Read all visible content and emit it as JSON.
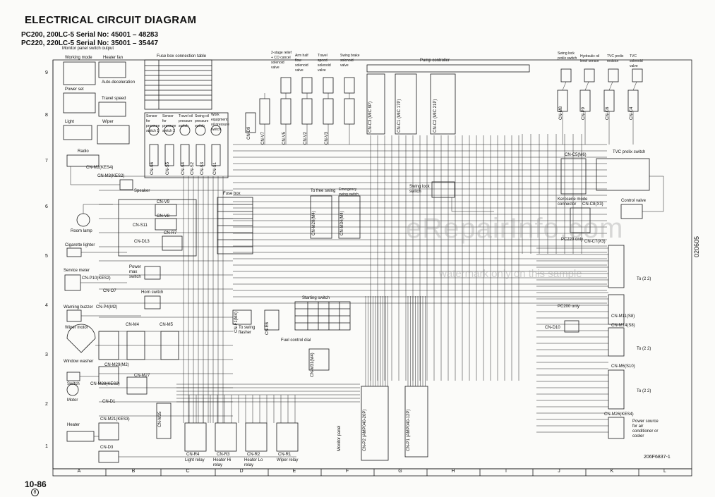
{
  "header": {
    "title": "ELECTRICAL CIRCUIT DIAGRAM",
    "serial_1": "PC200, 200LC-5 Serial No: 45001 – 48283",
    "serial_2": "PC220, 220LC-5 Serial No: 35001 – 35447"
  },
  "footer": {
    "page_number": "10-86",
    "page_sub": "8",
    "figure_no": "206F6837-1",
    "side_code": "020605"
  },
  "watermark": {
    "main": "eRepairInfo.com",
    "note": "watermark only on this sample"
  },
  "grid_columns": [
    "A",
    "B",
    "C",
    "D",
    "E",
    "F",
    "G",
    "H",
    "I",
    "J",
    "K",
    "L"
  ],
  "grid_rows": [
    "9",
    "8",
    "7",
    "6",
    "5",
    "4",
    "3",
    "2",
    "1"
  ],
  "labels": {
    "monitor_panel": "Monitor panel switch output",
    "working_mode": "Working mode",
    "heater_fan": "Heater fan",
    "auto_decel": "Auto-deceleration",
    "power_set": "Power set",
    "travel_speed": "Travel speed",
    "light": "Light",
    "wiper": "Wiper",
    "fuse_table": "Fuse box connection table",
    "radio": "Radio",
    "cn_m2": "CN-M2(KES4)",
    "cn_m3": "CN-M3(KES2)",
    "speaker": "Speaker",
    "room_lamp": "Room lamp",
    "cigarette_lighter": "Cigarette lighter",
    "service_meter": "Service meter",
    "cn_p10": "CN-P10(KES2)",
    "cn_o7": "CN-O7",
    "warning_buzzer": "Warning buzzer",
    "cn_p4": "CN-P4(M2)",
    "wiper_motor": "Wiper motor",
    "cn_m4": "CN-M4",
    "cn_m5": "CN-M5",
    "window_washer": "Window washer",
    "cn_m29": "CN-M29(M2)",
    "cn_m27": "CN-M27",
    "cn_m28": "CN-M28(KES2)",
    "switch": "Switch",
    "motor": "Motor",
    "cn_d1": "CN-D1",
    "heater": "Heater",
    "cn_m21": "CN-M21(KES3)",
    "cn_d3": "CN-D3",
    "power_max": "Power max switch",
    "horn_switch": "Horn switch",
    "cn_v9": "CN-V9",
    "cn_v8": "CN-V8",
    "cn_s11": "CN-S11",
    "cn_r7": "CN-R7",
    "cn_d13": "CN-D13",
    "fuse_box": "Fuse box",
    "to_free_swing": "To free swing",
    "emergency": "Emergency swing switch",
    "starting_switch": "Starting switch",
    "to_swing_flasher": "To swing flasher",
    "fuel_control_dial": "Fuel control dial",
    "cn_f1": "CN-F1(M4)",
    "cn_e6": "CN-E6",
    "cn_m31": "CN-M31(M4)",
    "monitor_panel_v": "Monitor panel",
    "cn_p2": "CN-P2 (AMP040-20P)",
    "cn_p1": "CN-P1 (AMP040-12P)",
    "cn_m20": "CN-M20(M4)",
    "cn_m34": "CN-M34(M4)",
    "cn_r4": "CN-R4",
    "cn_r3": "CN-R3",
    "cn_r2": "CN-R2",
    "cn_r1": "CN-R1",
    "light_relay": "Light relay",
    "heater_hi": "Heater Hi relay",
    "heater_lo": "Heater Lo relay",
    "wiper_relay": "Wiper relay",
    "cn_m35": "CN-M35",
    "sol_2stage": "2-stage relief + CO cancel solenoid valve",
    "sol_arm": "Arm half flow solenoid valve",
    "sol_travel": "Travel speed solenoid valve",
    "sol_swing": "Swing brake solenoid valve",
    "cn_v7": "CN-V7",
    "cn_v5": "CN-V5",
    "cn_v2": "CN-V2",
    "cn_v3": "CN-V3",
    "pump_controller": "Pump controller",
    "cn_c3": "CN-C3 (MIC 9P)",
    "cn_c1": "CN-C1 (MIC 17P)",
    "cn_c2": "CN-C2 (MIC 21P)",
    "swing_lock_prolix": "Swing lock prolix switch",
    "hyd_oil_sensor": "Hydraulic oil level sensor",
    "tvc_resistor": "TVC prolix resistor",
    "tvc_solenoid": "TVC solenoid valve",
    "cn_m8": "CN-M8",
    "cn_p9": "CN-P9",
    "cn_c6": "CN-C6",
    "cn_c4": "CN-C4",
    "tvc_prolix_switch": "TVC prolix switch",
    "cn_c5": "CN-C5(M6)",
    "swing_lock_switch": "Swing lock switch",
    "kerosene": "Kerosene mode connector",
    "cn_c8": "CN-C8(X3)",
    "control_valve": "Control valve",
    "pc220_only": "PC220 only",
    "cn_c7": "CN-C7(X3)",
    "pc200_only": "PC200 only",
    "cn_d10": "CN-D10",
    "cn_m11": "CN-M11(S8)",
    "cn_m14": "CN-M14(S8)",
    "cn_m6": "CN-M6(S10)",
    "to_22a": "To (2 2)",
    "to_22b": "To (2 2)",
    "to_22c": "To (2 2)",
    "cn_m26": "CN-M26(KES4)",
    "power_source": "Power source for air conditioner or cooler",
    "sensor_a": "Sensor for pressure switch 1",
    "sensor_b": "Sensor for pressure switch 2",
    "sensor_c": "Travel oil pressure switch",
    "sensor_d": "Swing oil pressure switch",
    "sensor_e": "Work equipment oil pressure switch",
    "cn_s6": "CN-S6",
    "cn_s5": "CN-S5",
    "cn_s4": "CN-S4",
    "cn_s2": "CN-S2",
    "cn_s3": "CN-S3",
    "cn_s1": "CN-S1",
    "cn_d9": "CN-D9",
    "cn_f9": "CN-F9",
    "cn_f7": "CN-F7"
  }
}
